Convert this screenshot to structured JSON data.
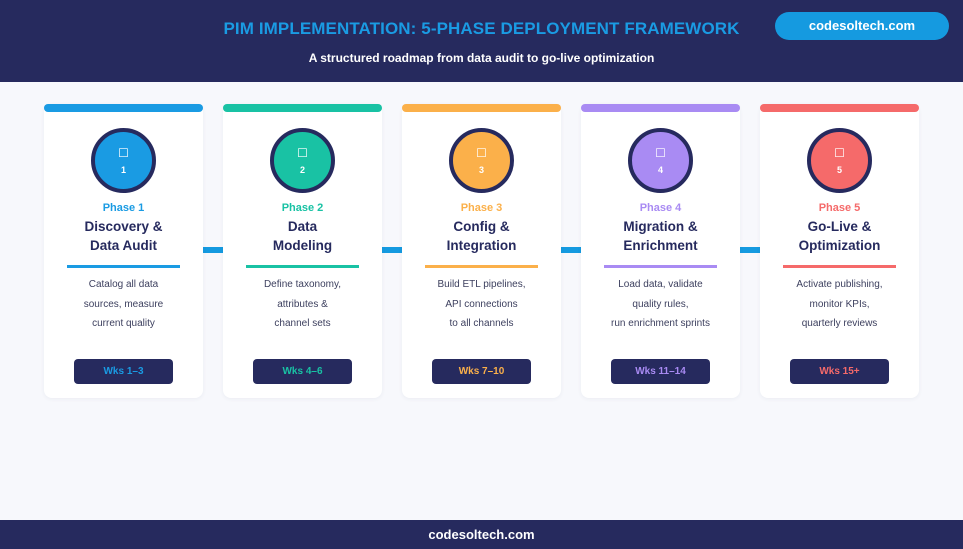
{
  "header": {
    "title": "PIM IMPLEMENTATION: 5-PHASE DEPLOYMENT FRAMEWORK",
    "subtitle": "A structured roadmap from data audit to go-live optimization",
    "brand": "codesoltech.com"
  },
  "phases": [
    {
      "icon": "☐",
      "number": "1",
      "label": "Phase 1",
      "title_lines": [
        "Discovery &",
        "Data Audit"
      ],
      "desc_lines": [
        "Catalog all data",
        "sources, measure",
        "current quality"
      ],
      "weeks": "Wks 1–3",
      "color": "#1a9be3"
    },
    {
      "icon": "☐",
      "number": "2",
      "label": "Phase 2",
      "title_lines": [
        "Data",
        "Modeling"
      ],
      "desc_lines": [
        "Define taxonomy,",
        "attributes &",
        "channel sets"
      ],
      "weeks": "Wks 4–6",
      "color": "#19c2a4"
    },
    {
      "icon": "☐",
      "number": "3",
      "label": "Phase 3",
      "title_lines": [
        "Config &",
        "Integration"
      ],
      "desc_lines": [
        "Build ETL pipelines,",
        "API connections",
        "to all channels"
      ],
      "weeks": "Wks 7–10",
      "color": "#fbb04a"
    },
    {
      "icon": "☐",
      "number": "4",
      "label": "Phase 4",
      "title_lines": [
        "Migration &",
        "Enrichment"
      ],
      "desc_lines": [
        "Load data, validate",
        "quality rules,",
        "run enrichment sprints"
      ],
      "weeks": "Wks 11–14",
      "color": "#a98bf3"
    },
    {
      "icon": "☐",
      "number": "5",
      "label": "Phase 5",
      "title_lines": [
        "Go-Live &",
        "Optimization"
      ],
      "desc_lines": [
        "Activate publishing,",
        "monitor KPIs,",
        "quarterly reviews"
      ],
      "weeks": "Wks 15+",
      "color": "#f56a6a"
    }
  ],
  "footer": {
    "text": "codesoltech.com"
  }
}
